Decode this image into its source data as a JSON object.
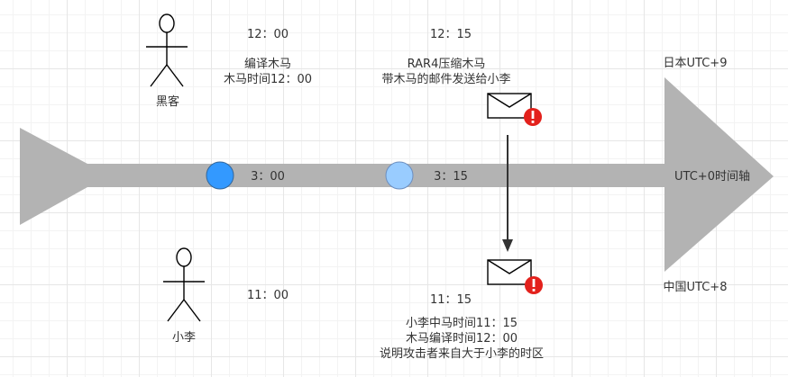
{
  "colors": {
    "arrow": "#b3b3b3",
    "dot_dark": "#3399ff",
    "dot_light": "#99ccff",
    "alert": "#e3211c",
    "connector": "#333333"
  },
  "timeline": {
    "label": "UTC+0时间轴",
    "japan_label": "日本UTC+9",
    "china_label": "中国UTC+8"
  },
  "hacker": {
    "name": "黑客",
    "time_a": "12：00",
    "time_b": "12：15",
    "compile_lines": [
      "编译木马",
      "木马时间12：00"
    ],
    "send_lines": [
      "RAR4压缩木马",
      "带木马的邮件发送给小李"
    ]
  },
  "utc": {
    "time_a": "3：00",
    "time_b": "3：15"
  },
  "victim": {
    "name": "小李",
    "time_a": "11：00",
    "time_b": "11：15",
    "analysis_lines": [
      "小李中马时间11：15",
      "木马编译时间12：00",
      "说明攻击者来自大于小李的时区"
    ]
  },
  "icons": {
    "actor": "stick-figure-icon",
    "mail": "envelope-icon",
    "alert": "exclamation-badge-icon"
  }
}
